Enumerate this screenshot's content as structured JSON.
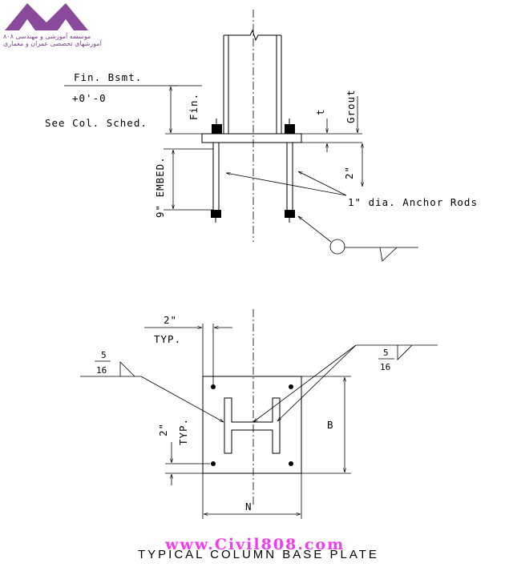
{
  "watermark": {
    "logo_line1": "موسسه آموزشی و مهندسی ۸۰۸",
    "logo_line2": "آموزشهای تخصصی عمران و معماری",
    "website": "www.Civil808.com",
    "colors": {
      "logo": "#8a4a9c",
      "website": "#f23bf2"
    }
  },
  "elevation": {
    "fin_bsmt": "Fin. Bsmt.",
    "elevation_value": "+0'-0",
    "see_col_sched": "See Col. Sched.",
    "fin": "Fin.",
    "t": "t",
    "grout": "Grout",
    "embed": "9\" EMBED.",
    "two_in": "2\"",
    "anchor_rods": "1\" dia. Anchor Rods"
  },
  "plan": {
    "two_in_top": "2\"",
    "typ_top": "TYP.",
    "weld_left_top": "5",
    "weld_left_bottom": "16",
    "weld_right_top": "5",
    "weld_right_bottom": "16",
    "two_in_side": "2\"",
    "typ_side": "TYP.",
    "dim_b": "B",
    "dim_n": "N"
  },
  "title": "TYPICAL COLUMN BASE PLATE"
}
